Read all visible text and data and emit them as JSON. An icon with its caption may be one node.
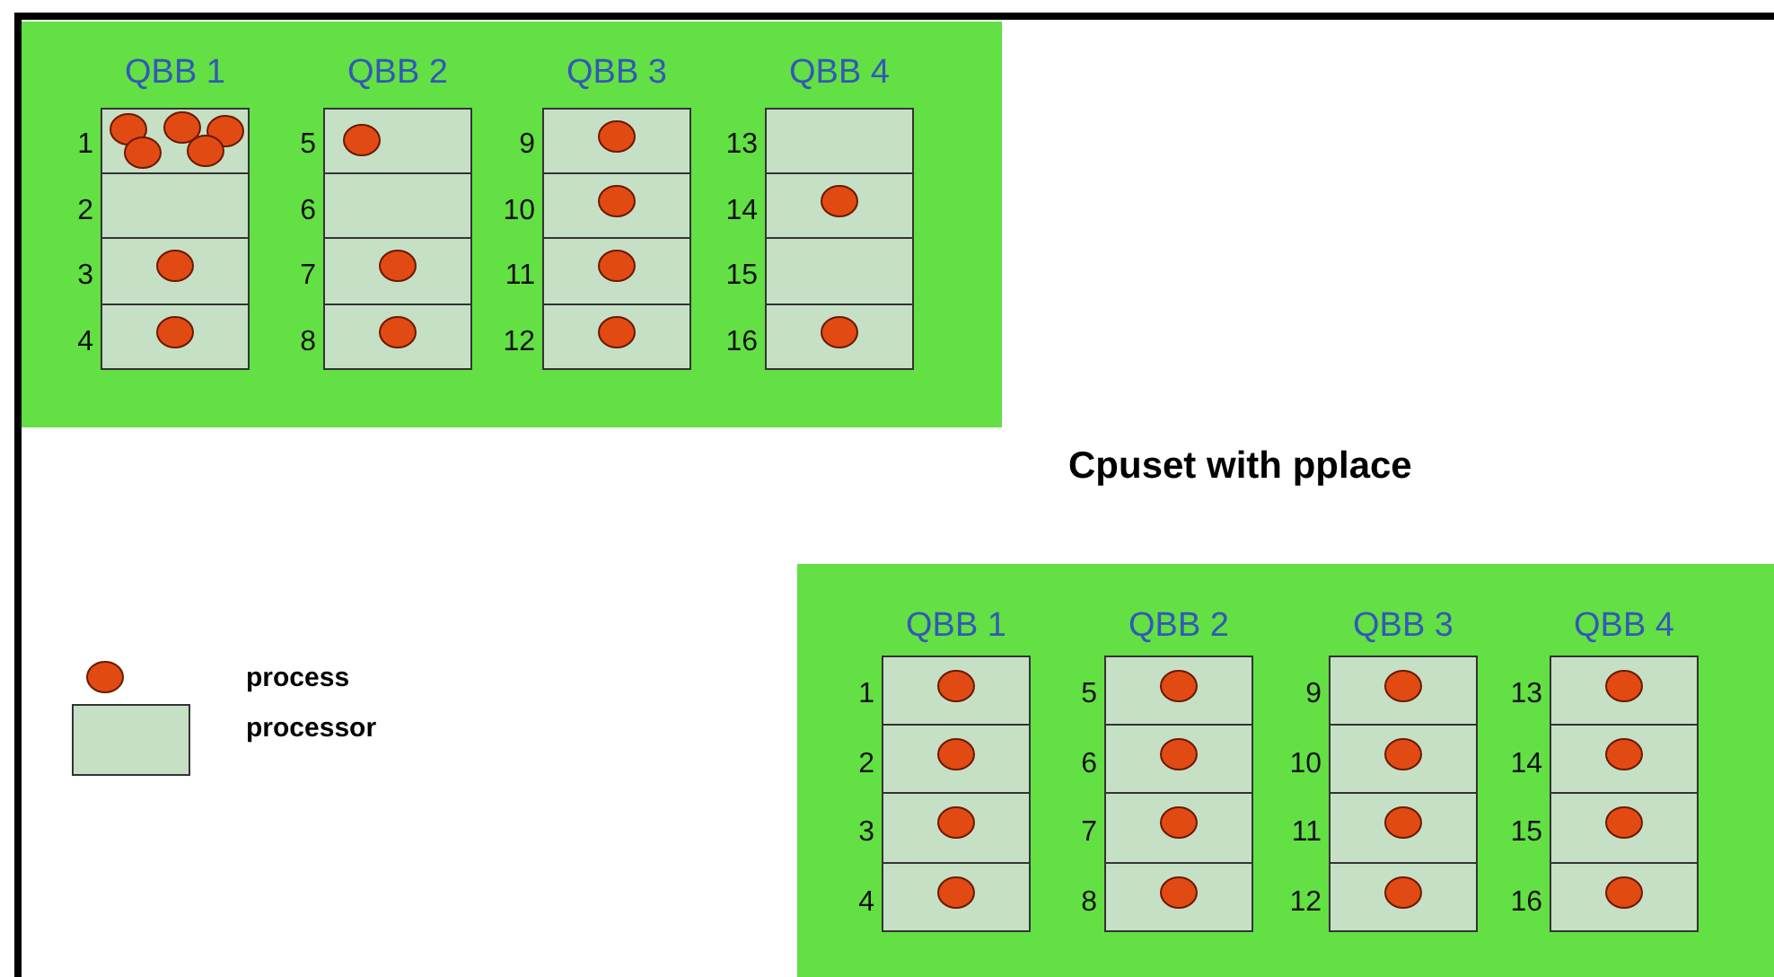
{
  "diagram": {
    "title": "Cpuset with pplace",
    "nodes": [
      {
        "text": [],
        "shape": "box"
      },
      {
        "text": [
          "QBB 1"
        ],
        "in": 0
      },
      {
        "text": [],
        "shape": "box",
        "beside": [
          "1"
        ],
        "in": 1
      },
      {
        "text": [],
        "shape": "circle",
        "in": 2
      },
      {
        "text": [],
        "shape": "circle",
        "in": 2
      },
      {
        "text": [],
        "shape": "circle",
        "in": 2
      },
      {
        "text": [],
        "shape": "circle",
        "in": 2
      },
      {
        "text": [],
        "shape": "circle",
        "in": 2
      },
      {
        "text": [],
        "shape": "box",
        "beside": [
          "2"
        ],
        "in": 1
      },
      {
        "text": [],
        "shape": "box",
        "beside": [
          "3"
        ],
        "in": 1
      },
      {
        "text": [],
        "shape": "circle",
        "in": 9
      },
      {
        "text": [],
        "shape": "box",
        "beside": [
          "4"
        ],
        "in": 1
      },
      {
        "text": [],
        "shape": "circle",
        "in": 11
      },
      {
        "text": [
          "QBB 2"
        ],
        "in": 0
      },
      {
        "text": [],
        "shape": "box",
        "beside": [
          "5"
        ],
        "in": 13
      },
      {
        "text": [],
        "shape": "circle",
        "in": 14
      },
      {
        "text": [],
        "shape": "box",
        "beside": [
          "6"
        ],
        "in": 13
      },
      {
        "text": [],
        "shape": "box",
        "beside": [
          "7"
        ],
        "in": 13
      },
      {
        "text": [],
        "shape": "circle",
        "in": 17
      },
      {
        "text": [],
        "shape": "box",
        "beside": [
          "8"
        ],
        "in": 13
      },
      {
        "text": [],
        "shape": "circle",
        "in": 19
      },
      {
        "text": [
          "QBB 3"
        ],
        "in": 0
      },
      {
        "text": [],
        "shape": "box",
        "beside": [
          "9"
        ],
        "in": 21
      },
      {
        "text": [],
        "shape": "circle",
        "in": 22
      },
      {
        "text": [],
        "shape": "box",
        "beside": [
          "10"
        ],
        "in": 21
      },
      {
        "text": [],
        "shape": "circle",
        "in": 24
      },
      {
        "text": [],
        "shape": "box",
        "beside": [
          "11"
        ],
        "in": 21
      },
      {
        "text": [],
        "shape": "circle",
        "in": 26
      },
      {
        "text": [],
        "shape": "box",
        "beside": [
          "12"
        ],
        "in": 21
      },
      {
        "text": [],
        "shape": "circle",
        "in": 28
      },
      {
        "text": [
          "QBB 4"
        ],
        "in": 0
      },
      {
        "text": [],
        "shape": "box",
        "beside": [
          "13"
        ],
        "in": 30
      },
      {
        "text": [],
        "shape": "box",
        "beside": [
          "14"
        ],
        "in": 30
      },
      {
        "text": [],
        "shape": "circle",
        "in": 32
      },
      {
        "text": [],
        "shape": "box",
        "beside": [
          "15"
        ],
        "in": 30
      },
      {
        "text": [],
        "shape": "box",
        "beside": [
          "16"
        ],
        "in": 30
      },
      {
        "text": [],
        "shape": "circle",
        "in": 35
      },
      {
        "text": [],
        "shape": "box"
      },
      {
        "text": [
          "QBB 1"
        ],
        "in": 37
      },
      {
        "text": [],
        "shape": "box",
        "beside": [
          "1"
        ],
        "in": 38
      },
      {
        "text": [],
        "shape": "circle",
        "in": 39
      },
      {
        "text": [],
        "shape": "box",
        "beside": [
          "2"
        ],
        "in": 38
      },
      {
        "text": [],
        "shape": "circle",
        "in": 41
      },
      {
        "text": [],
        "shape": "box",
        "beside": [
          "3"
        ],
        "in": 38
      },
      {
        "text": [],
        "shape": "circle",
        "in": 43
      },
      {
        "text": [],
        "shape": "box",
        "beside": [
          "4"
        ],
        "in": 38
      },
      {
        "text": [],
        "shape": "circle",
        "in": 45
      },
      {
        "text": [
          "QBB 2"
        ],
        "in": 37
      },
      {
        "text": [],
        "shape": "box",
        "beside": [
          "5"
        ],
        "in": 47
      },
      {
        "text": [],
        "shape": "circle",
        "in": 48
      },
      {
        "text": [],
        "shape": "box",
        "beside": [
          "6"
        ],
        "in": 47
      },
      {
        "text": [],
        "shape": "circle",
        "in": 50
      },
      {
        "text": [],
        "shape": "box",
        "beside": [
          "7"
        ],
        "in": 47
      },
      {
        "text": [],
        "shape": "circle",
        "in": 52
      },
      {
        "text": [],
        "shape": "box",
        "beside": [
          "8"
        ],
        "in": 47
      },
      {
        "text": [],
        "shape": "circle",
        "in": 54
      },
      {
        "text": [
          "QBB 3"
        ],
        "in": 37
      },
      {
        "text": [],
        "shape": "box",
        "beside": [
          "9"
        ],
        "in": 56
      },
      {
        "text": [],
        "shape": "circle",
        "in": 57
      },
      {
        "text": [],
        "shape": "box",
        "beside": [
          "10"
        ],
        "in": 56
      },
      {
        "text": [],
        "shape": "circle",
        "in": 59
      },
      {
        "text": [],
        "shape": "box",
        "beside": [
          "11"
        ],
        "in": 56
      },
      {
        "text": [],
        "shape": "circle",
        "in": 61
      },
      {
        "text": [],
        "shape": "box",
        "beside": [
          "12"
        ],
        "in": 56
      },
      {
        "text": [],
        "shape": "circle",
        "in": 63
      },
      {
        "text": [
          "QBB 4"
        ],
        "in": 37
      },
      {
        "text": [],
        "shape": "box",
        "beside": [
          "13"
        ],
        "in": 65
      },
      {
        "text": [],
        "shape": "circle",
        "in": 66
      },
      {
        "text": [],
        "shape": "box",
        "beside": [
          "14"
        ],
        "in": 65
      },
      {
        "text": [],
        "shape": "circle",
        "in": 68
      },
      {
        "text": [],
        "shape": "box",
        "beside": [
          "15"
        ],
        "in": 65
      },
      {
        "text": [],
        "shape": "circle",
        "in": 70
      },
      {
        "text": [],
        "shape": "box",
        "beside": [
          "16"
        ],
        "in": 65
      },
      {
        "text": [],
        "shape": "circle",
        "in": 72
      }
    ],
    "legend": [
      {
        "text": "process"
      },
      {
        "text": "processor"
      }
    ]
  }
}
